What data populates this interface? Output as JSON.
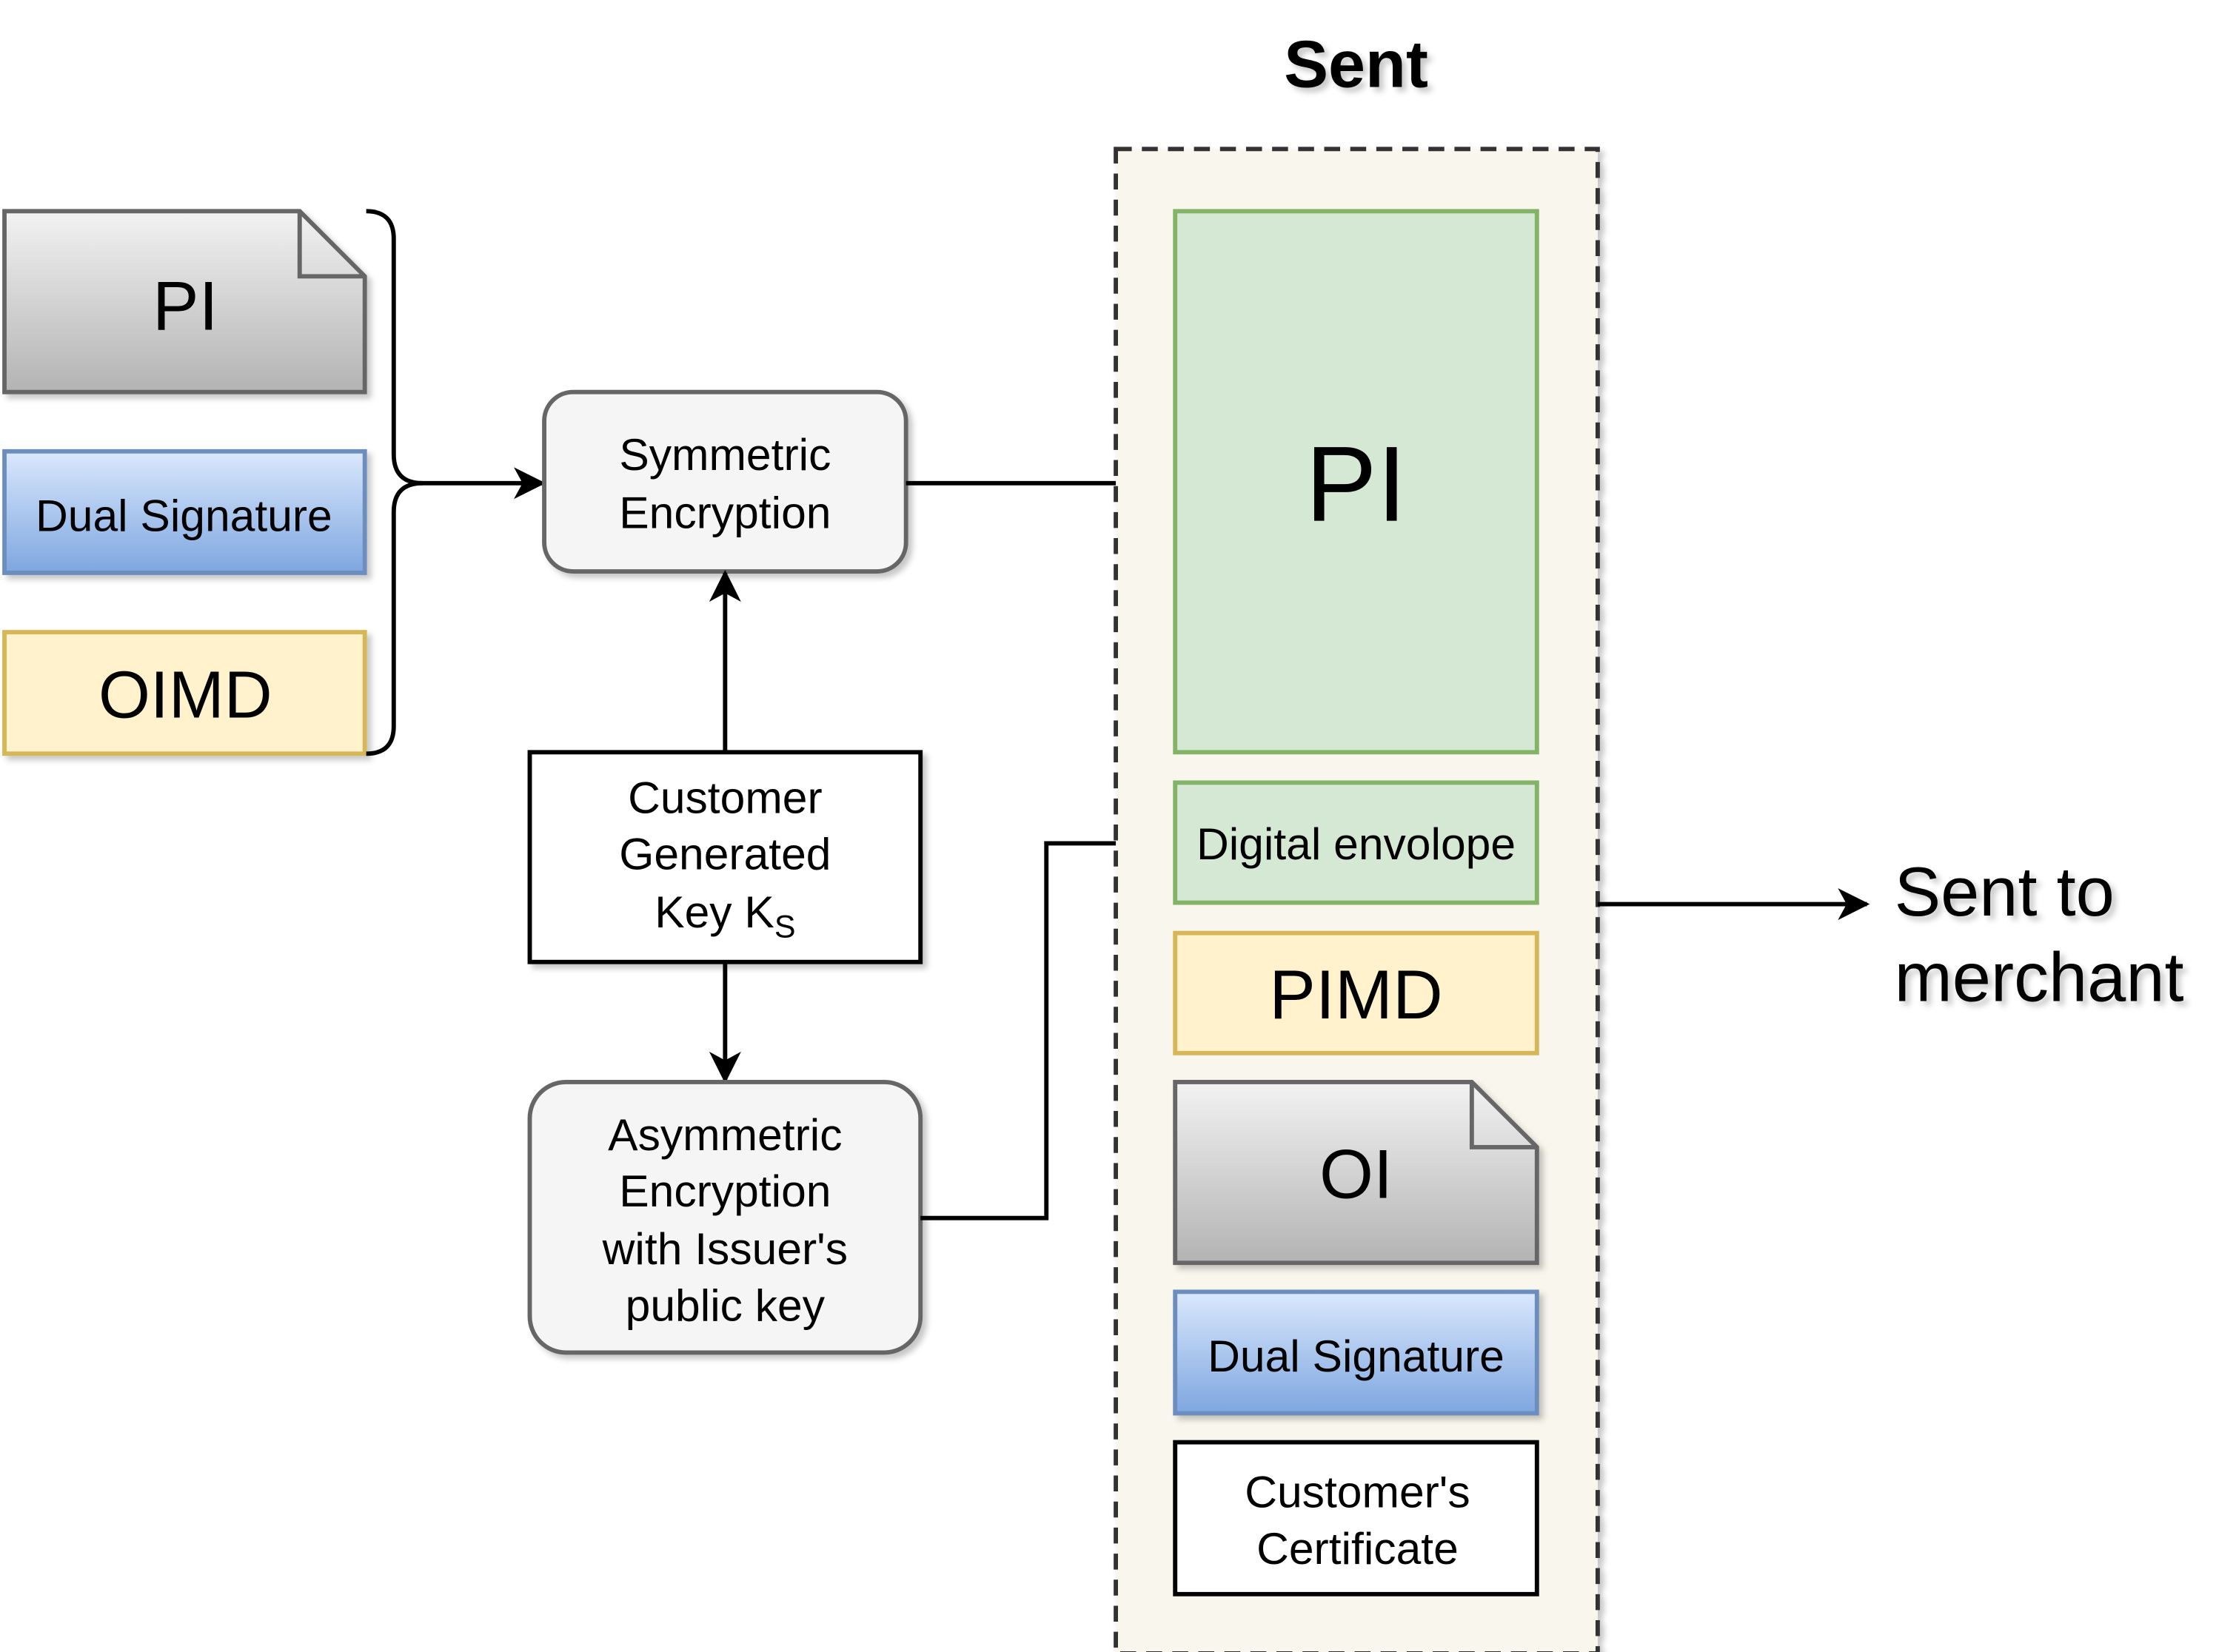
{
  "title": "Sent",
  "inputs": {
    "pi": "PI",
    "dual_signature": "Dual Signature",
    "oimd": "OIMD"
  },
  "symmetric_encryption": [
    "Symmetric",
    "Encryption"
  ],
  "customer_key": {
    "lines": [
      "Customer",
      "Generated"
    ],
    "key_prefix": "Key K",
    "key_subscript": "S"
  },
  "asymmetric_encryption": [
    "Asymmetric",
    "Encryption",
    "with Issuer's",
    "public key"
  ],
  "sent": {
    "pi": "PI",
    "digital_envelope": "Digital envolope",
    "pimd": "PIMD",
    "oi": "OI",
    "dual_signature": "Dual Signature",
    "certificate": [
      "Customer's",
      "Certificate"
    ]
  },
  "output": [
    "Sent to",
    "merchant"
  ],
  "colors": {
    "stroke": "#000000",
    "gray_border": "#666666",
    "blue_fill_top": "#dae8fc",
    "blue_fill_bottom": "#7ea6e0",
    "blue_border": "#6c8ebf",
    "yellow_fill": "#fff2cc",
    "yellow_border": "#d6b656",
    "green_fill": "#d5e8d4",
    "green_border": "#82b366",
    "container_fill": "#f9f7ed",
    "process_fill": "#f5f5f5"
  }
}
